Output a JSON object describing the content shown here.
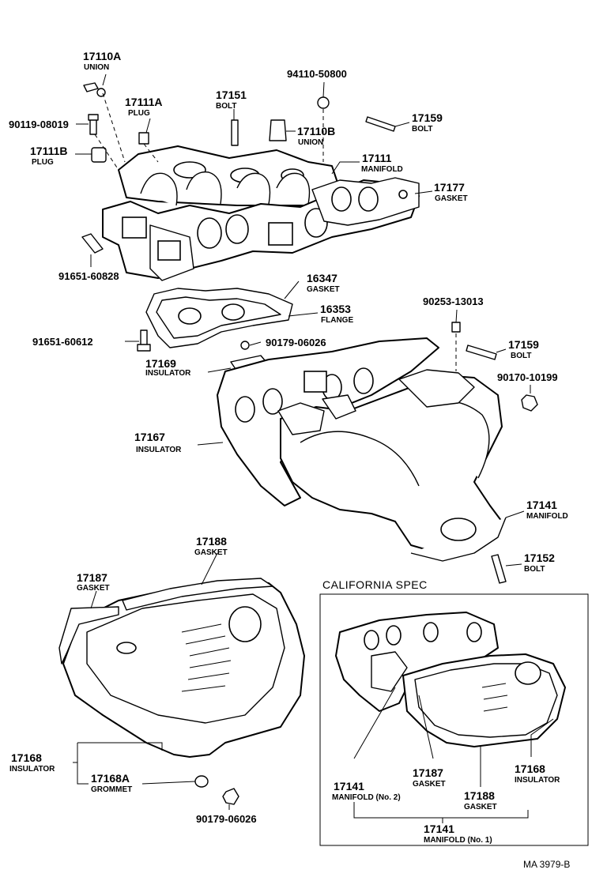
{
  "title": "CALIFORNIA SPEC",
  "footer_code": "MA 3979-B",
  "parts": [
    {
      "number": "17110A",
      "name": "UNION"
    },
    {
      "number": "17111A",
      "name": "PLUG"
    },
    {
      "number": "90119-08019",
      "name": ""
    },
    {
      "number": "17111B",
      "name": "PLUG"
    },
    {
      "number": "17151",
      "name": "BOLT"
    },
    {
      "number": "17110B",
      "name": "UNION"
    },
    {
      "number": "94110-50800",
      "name": ""
    },
    {
      "number": "17159",
      "name": "BOLT"
    },
    {
      "number": "17111",
      "name": "MANIFOLD"
    },
    {
      "number": "17177",
      "name": "GASKET"
    },
    {
      "number": "91651-60828",
      "name": ""
    },
    {
      "number": "16347",
      "name": "GASKET"
    },
    {
      "number": "16353",
      "name": "FLANGE"
    },
    {
      "number": "90253-13013",
      "name": ""
    },
    {
      "number": "91651-60612",
      "name": ""
    },
    {
      "number": "90179-06026",
      "name": ""
    },
    {
      "number": "17159",
      "name": "BOLT"
    },
    {
      "number": "17169",
      "name": "INSULATOR"
    },
    {
      "number": "90170-10199",
      "name": ""
    },
    {
      "number": "17167",
      "name": "INSULATOR"
    },
    {
      "number": "17141",
      "name": "MANIFOLD"
    },
    {
      "number": "17188",
      "name": "GASKET"
    },
    {
      "number": "17152",
      "name": "BOLT"
    },
    {
      "number": "17187",
      "name": "GASKET"
    },
    {
      "number": "17168",
      "name": "INSULATOR"
    },
    {
      "number": "17168A",
      "name": "GROMMET"
    },
    {
      "number": "90179-06026",
      "name": ""
    }
  ],
  "california_parts": [
    {
      "number": "17187",
      "name": "GASKET"
    },
    {
      "number": "17168",
      "name": "INSULATOR"
    },
    {
      "number": "17141",
      "name": "MANIFOLD (No. 2)"
    },
    {
      "number": "17188",
      "name": "GASKET"
    },
    {
      "number": "17141",
      "name": "MANIFOLD (No. 1)"
    }
  ]
}
